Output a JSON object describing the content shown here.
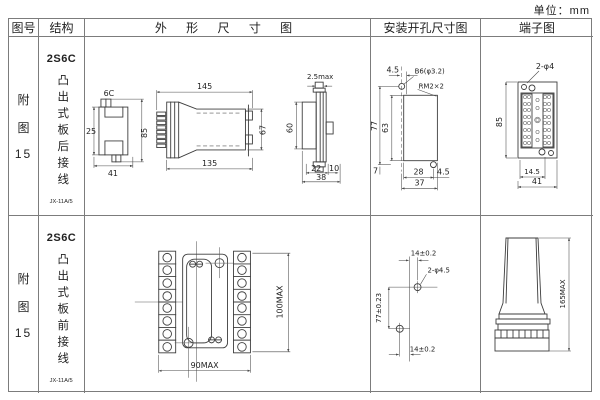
{
  "page": {
    "unit": "单位：mm"
  },
  "headers": {
    "fig": "图号",
    "structure": "结构",
    "outline": "外 形 尺 寸 图",
    "install": "安装开孔尺寸图",
    "terminal": "端子图"
  },
  "rows": [
    {
      "fig": [
        "附",
        "图",
        "15"
      ],
      "model": "2S6C",
      "mounting": "凸出式板后接线",
      "code": "JX-11A/5",
      "outline": {
        "top_label": "6C",
        "left_w": "25",
        "left_h": "85",
        "left_bw": "41",
        "mid_top": "145",
        "mid_bottom": "135",
        "mid_h": "67",
        "right_t": "2.5max",
        "right_h": "60",
        "right_b1": "22",
        "right_b2": "10",
        "right_b3": "38"
      },
      "install": {
        "top": "4.5",
        "hole": "B6(φ3.2)",
        "thread": "RM2×2",
        "h_outer": "77",
        "h_inner": "63",
        "b_left": "7",
        "b_mid": "28",
        "b_right": "4.5",
        "b_total": "37"
      },
      "terminal": {
        "hole": "2-φ4",
        "h": "85",
        "b1": "14.5",
        "b2": "41"
      }
    },
    {
      "fig": [
        "附",
        "图",
        "15"
      ],
      "model": "2S6C",
      "mounting": "凸出式板前接线",
      "code": "JX-11A/5",
      "outline": {
        "h": "100MAX",
        "w": "90MAX"
      },
      "install": {
        "top": "14±0.2",
        "hole": "2-φ4.5",
        "h": "77±0.23",
        "bottom": "14±0.2"
      },
      "terminal": {
        "h": "165MAX"
      }
    }
  ]
}
